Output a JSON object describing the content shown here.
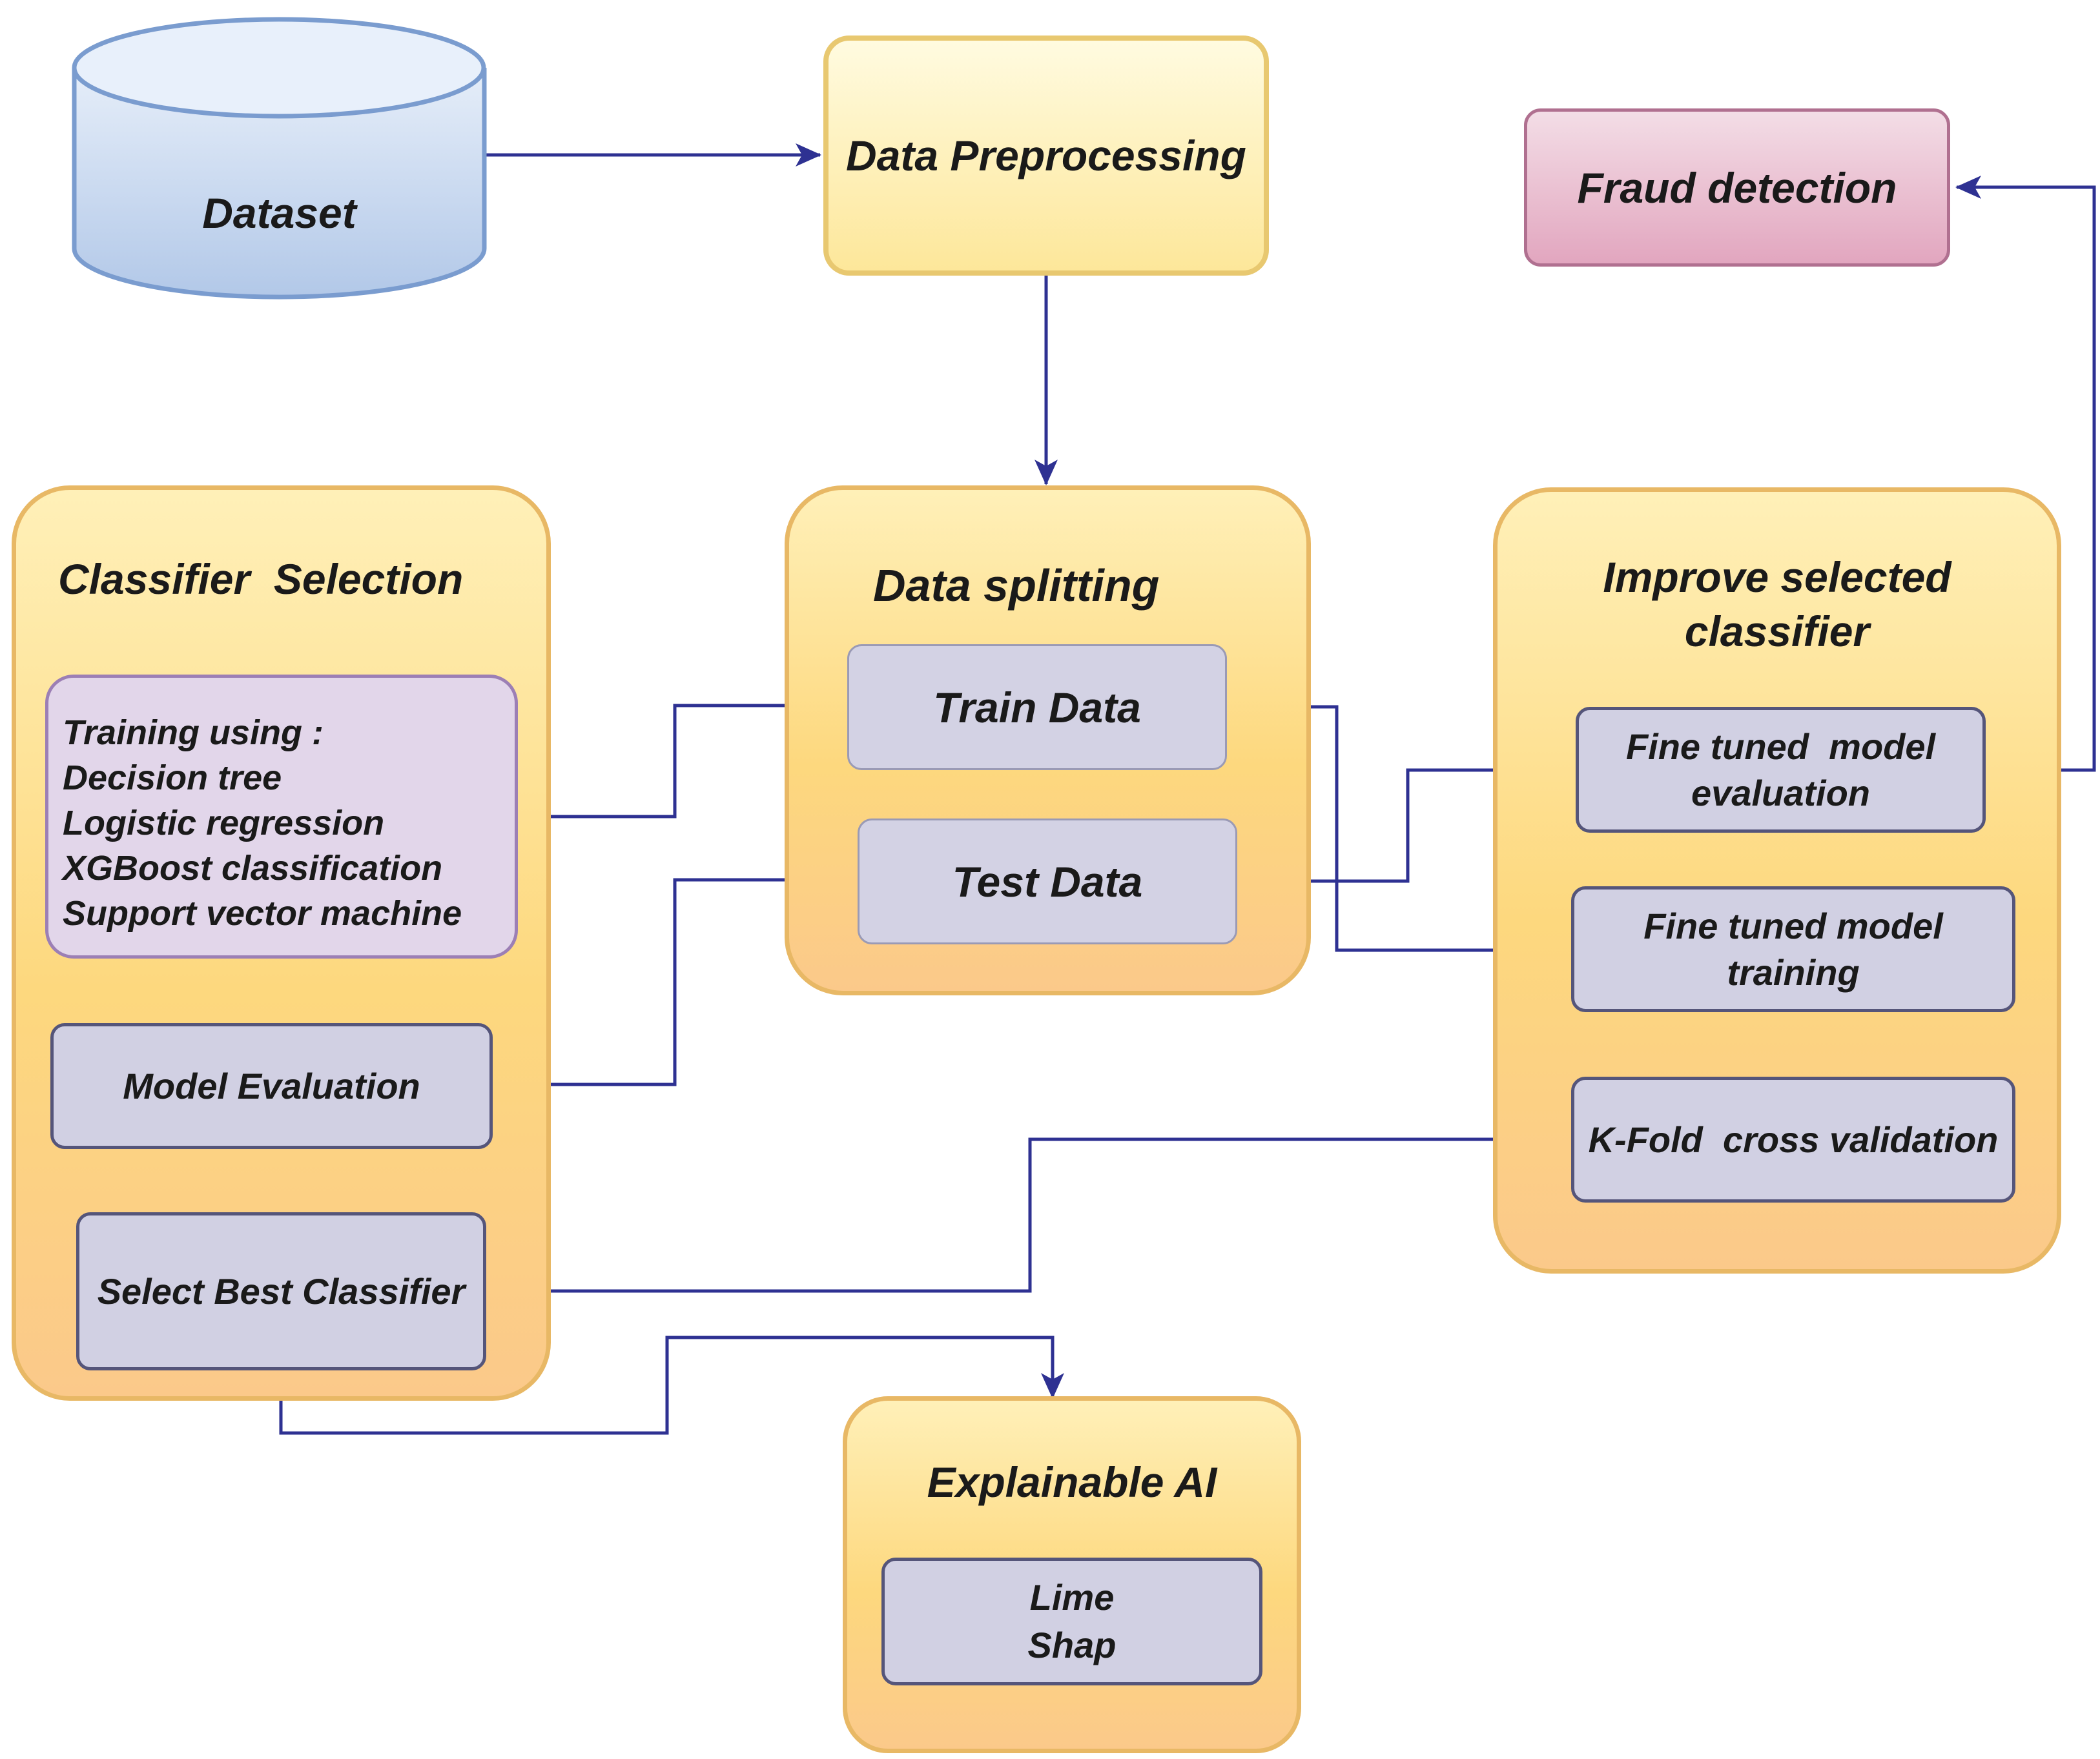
{
  "nodes": {
    "dataset": "Dataset",
    "preprocessing": "Data Preprocessing",
    "fraud_detection": "Fraud detection",
    "classifier_selection": {
      "title": "Classifier  Selection",
      "training_lines": [
        "Training using :",
        "Decision tree",
        "Logistic regression",
        "XGBoost classification",
        "Support vector machine"
      ],
      "model_evaluation": "Model Evaluation",
      "select_best": "Select Best Classifier"
    },
    "data_splitting": {
      "title": "Data splitting",
      "train": "Train Data",
      "test": "Test Data"
    },
    "improve": {
      "title_lines": [
        "Improve selected",
        "classifier"
      ],
      "eval_lines": [
        "Fine tuned  model",
        "evaluation"
      ],
      "train_lines": [
        "Fine tuned model",
        "training"
      ],
      "kfold": "K-Fold  cross validation"
    },
    "explainable": {
      "title": "Explainable AI",
      "lines": [
        "Lime",
        "Shap"
      ]
    }
  },
  "colors": {
    "arrow": "#2e3192",
    "container_border": "#e8b865",
    "grey_box": "#d1d0e3"
  }
}
